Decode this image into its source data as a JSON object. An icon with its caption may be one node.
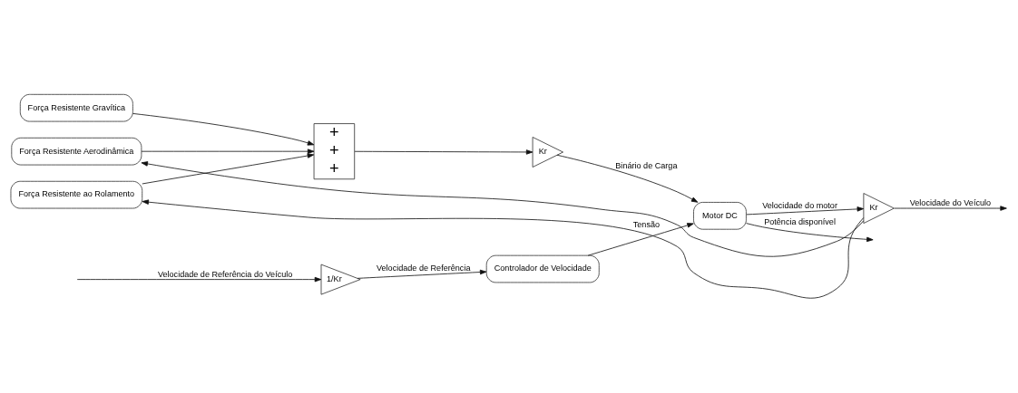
{
  "diagram": {
    "nodes": [
      {
        "text": [
          "Força Resistente Gravítica"
        ]
      },
      {
        "text": [
          "Força Resistente Aerodinâmica"
        ]
      },
      {
        "text": [
          "Força Resistente ao Rolamento"
        ]
      },
      {
        "text": [
          "+",
          "+",
          "+"
        ]
      },
      {
        "text": [
          "Kr"
        ]
      },
      {
        "text": [
          "1/Kr"
        ]
      },
      {
        "text": [
          "Controlador de Velocidade"
        ]
      },
      {
        "text": [
          "Motor DC"
        ]
      },
      {
        "text": [
          "Kr"
        ]
      }
    ],
    "edges": [
      {
        "from": 0,
        "to": 3,
        "arrow": "to"
      },
      {
        "from": 1,
        "to": 3,
        "arrow": "to"
      },
      {
        "from": 2,
        "to": 3,
        "arrow": "to"
      },
      {
        "from": 3,
        "to": 4,
        "arrow": "to"
      },
      {
        "from": 4,
        "to": 7,
        "arrow": "to",
        "label": "Binário de Carga"
      },
      {
        "from": null,
        "to": 5,
        "arrow": "to",
        "label": "Velocidade de Referência do Veículo"
      },
      {
        "from": 5,
        "to": 6,
        "arrow": "to",
        "label": "Velocidade de Referência"
      },
      {
        "from": 6,
        "to": 7,
        "arrow": "to",
        "label": "Tensão"
      },
      {
        "from": 7,
        "to": 8,
        "arrow": "to",
        "label": "Velocidade do motor"
      },
      {
        "from": 8,
        "to": null,
        "arrow": "to",
        "label": "Velocidade do Veículo"
      },
      {
        "from": 8,
        "to": 1,
        "arrow": "to"
      },
      {
        "from": 8,
        "to": 2,
        "arrow": "to"
      },
      {
        "from": 7,
        "to": null,
        "arrow": "to",
        "label": "Potência disponível"
      }
    ]
  }
}
